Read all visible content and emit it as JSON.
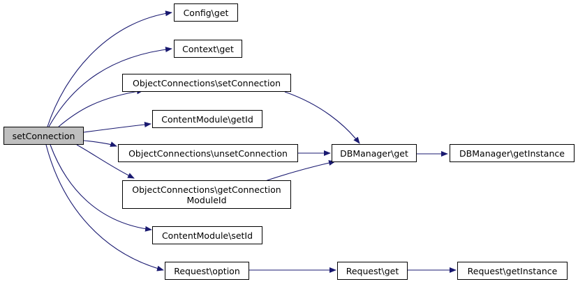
{
  "colors": {
    "edge": "#191970",
    "root_fill": "#bfbfbf",
    "node_fill": "#ffffff",
    "border": "#000000"
  },
  "nodes": {
    "root": "setConnection",
    "config_get": "Config\\get",
    "context_get": "Context\\get",
    "oc_set": "ObjectConnections\\setConnection",
    "cm_getid": "ContentModule\\getId",
    "oc_unset": "ObjectConnections\\unsetConnection",
    "oc_getmod_line1": "ObjectConnections\\getConnection",
    "oc_getmod_line2": "ModuleId",
    "cm_setid": "ContentModule\\setId",
    "req_option": "Request\\option",
    "dbm_get": "DBManager\\get",
    "dbm_getinstance": "DBManager\\getInstance",
    "req_get": "Request\\get",
    "req_getinstance": "Request\\getInstance"
  }
}
